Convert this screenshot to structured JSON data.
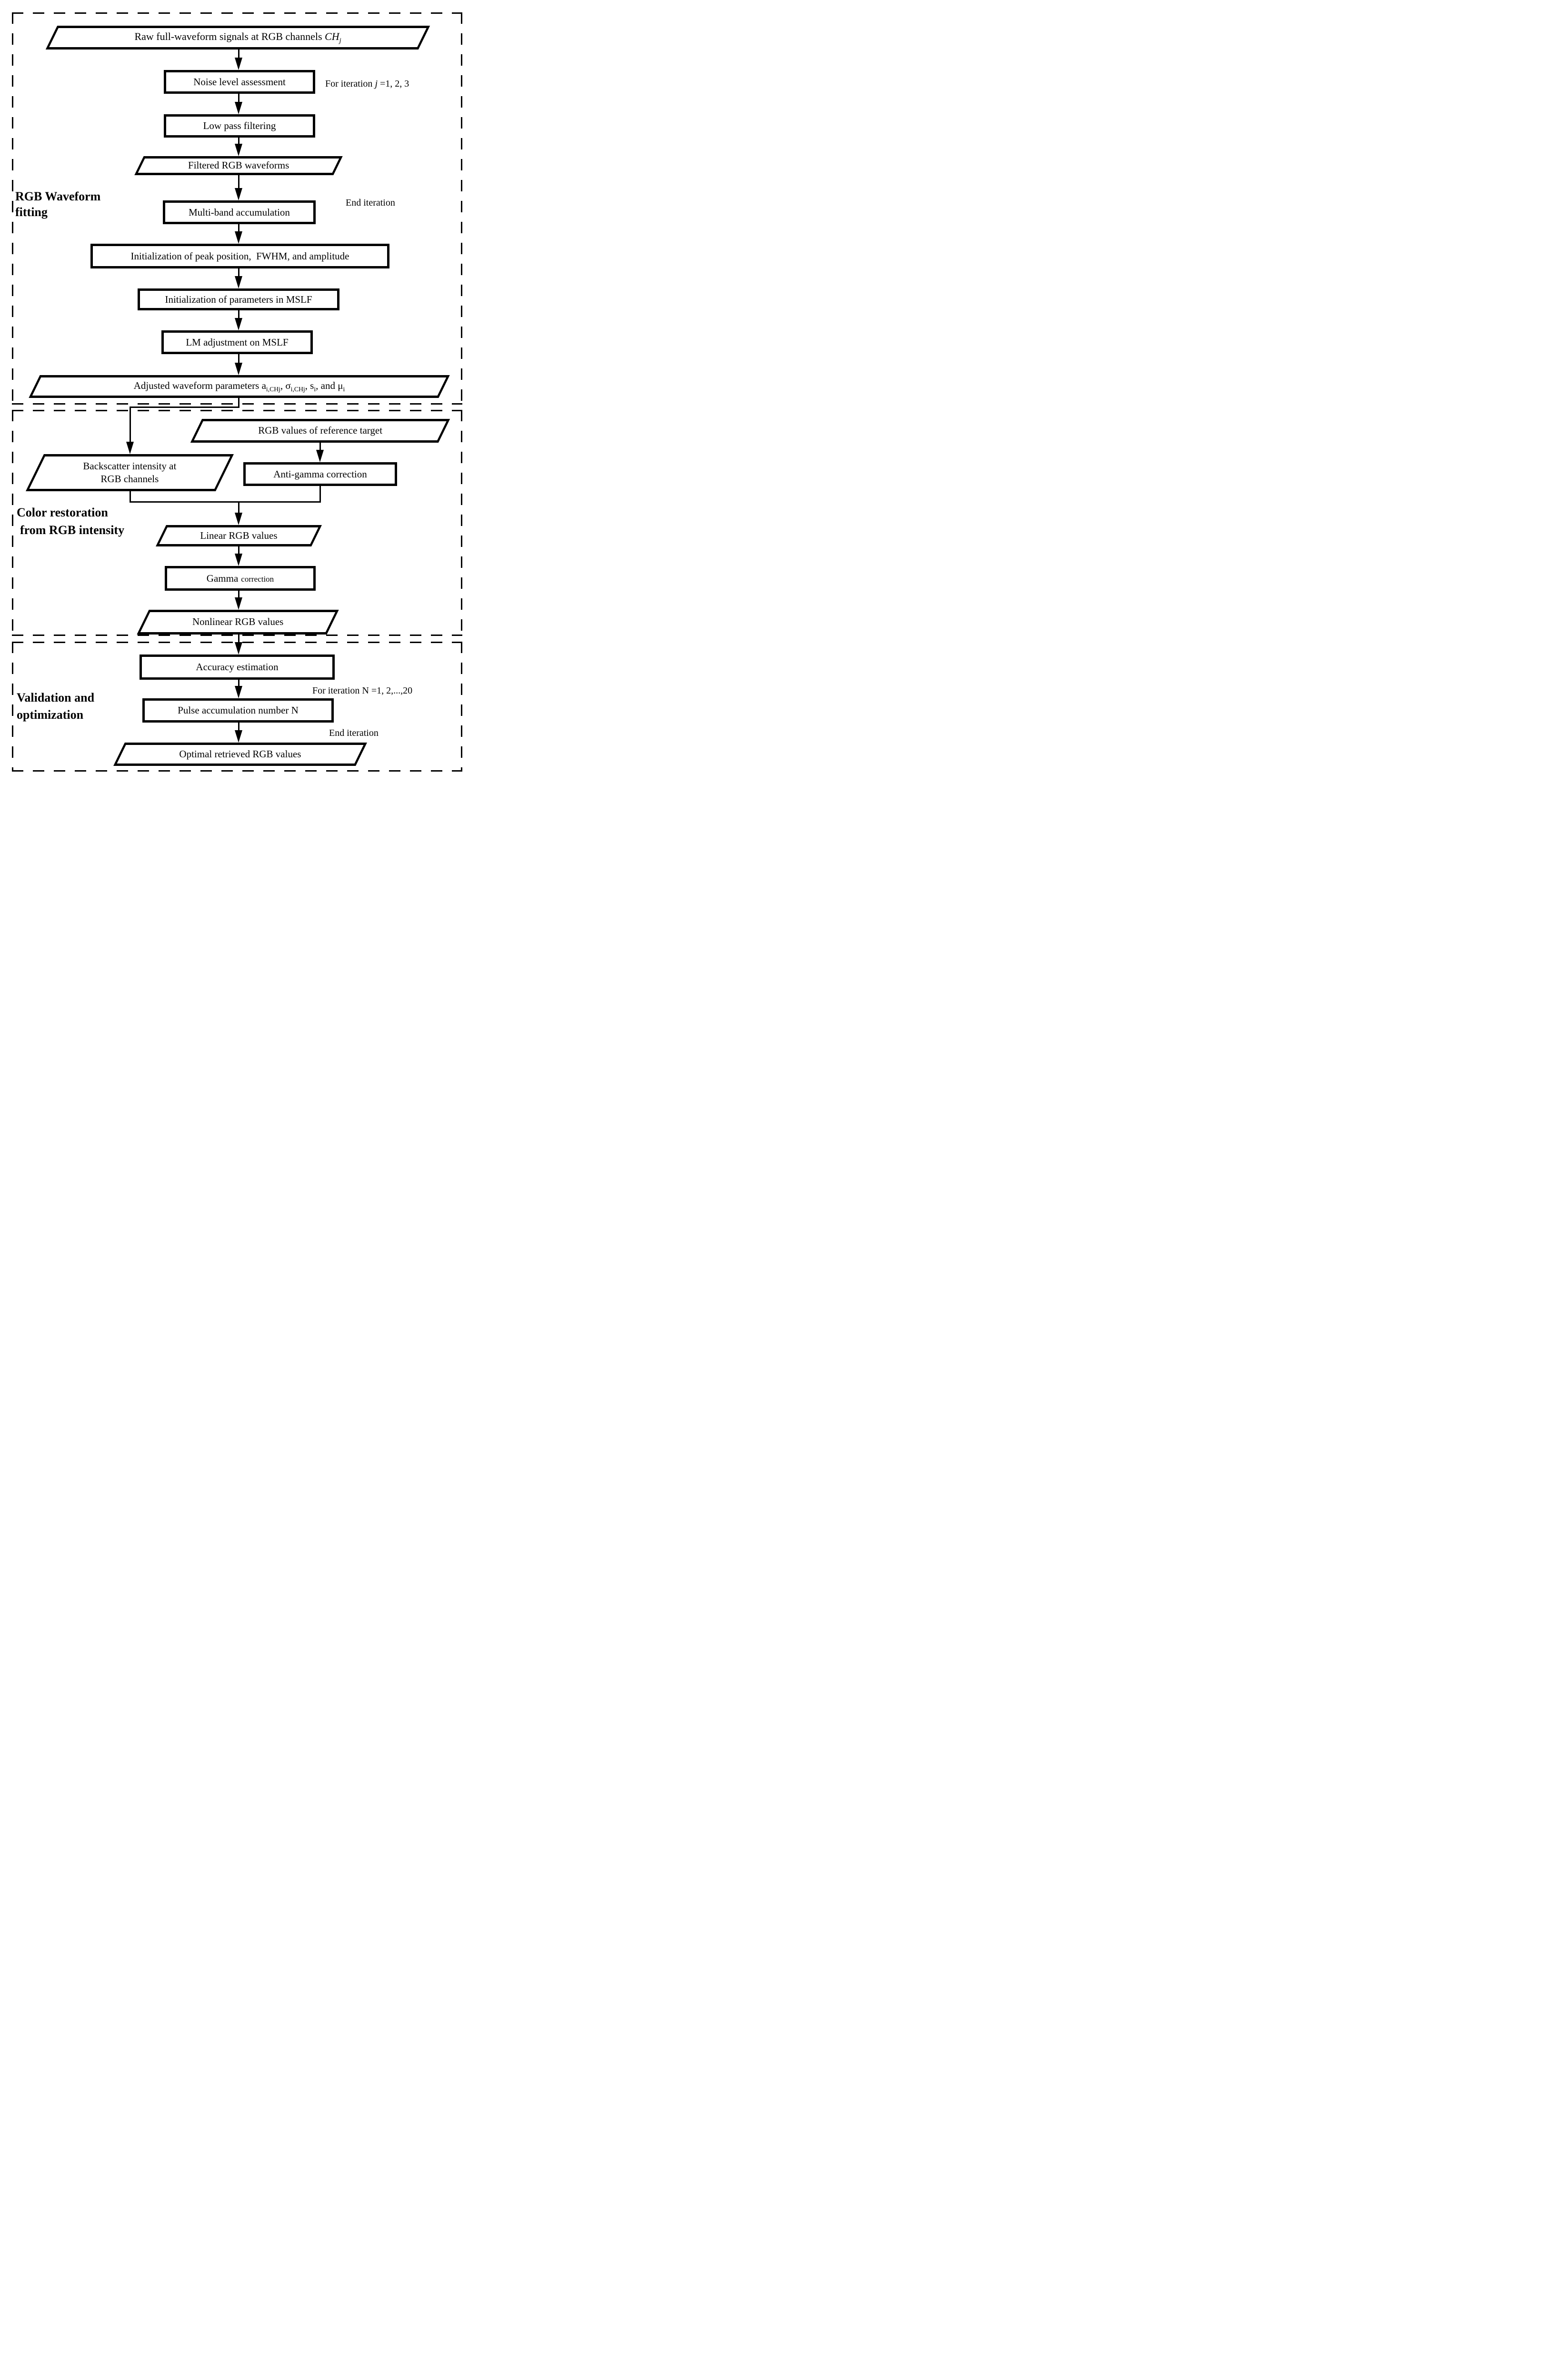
{
  "sections": [
    {
      "label_lines": [
        "RGB Waveform",
        "fitting"
      ]
    },
    {
      "label_lines": [
        "Color restoration",
        "from RGB intensity"
      ]
    },
    {
      "label_lines": [
        "Validation and",
        "optimization"
      ]
    }
  ],
  "nodes": {
    "raw": {
      "text_main": "Raw full-waveform signals at RGB channels ",
      "text_var": "CH",
      "text_sub": "j"
    },
    "noise": {
      "label": "Noise level assessment"
    },
    "lowpass": {
      "label": "Low pass filtering"
    },
    "filtered": {
      "label": "Filtered RGB waveforms"
    },
    "multiband": {
      "label": "Multi-band accumulation"
    },
    "initpeak": {
      "label": "Initialization of peak position,  FWHM, and amplitude"
    },
    "initmslf": {
      "label": "Initialization of parameters in MSLF"
    },
    "lm": {
      "label": "LM adjustment on MSLF"
    },
    "adjusted": {
      "p1": "Adjusted waveform parameters a",
      "s1": "i,CHj",
      "p2": ", ",
      "p3": "σ",
      "s2": "i,CHj",
      "p4": ", s",
      "s3": "i",
      "p5": ", and μ",
      "s4": "i"
    },
    "rgbref": {
      "label": "RGB values of reference target"
    },
    "backscatter": {
      "line1": "Backscatter intensity at",
      "line2": "RGB channels"
    },
    "antigamma": {
      "label": "Anti-gamma correction"
    },
    "linear": {
      "label": "Linear RGB values"
    },
    "gamma": {
      "label_big": "Gamma",
      "label_small": "correction"
    },
    "nonlinear": {
      "label": "Nonlinear RGB values"
    },
    "accuracy": {
      "label": "Accuracy estimation"
    },
    "pulse": {
      "label": "Pulse accumulation number N"
    },
    "optimal": {
      "label": "Optimal retrieved RGB values"
    }
  },
  "annotations": {
    "iter_j_prefix": "For iteration ",
    "iter_j_var": "j",
    "iter_j_suffix": " =1, 2, 3",
    "end_iteration_1": "End iteration",
    "iter_n": "For iteration N =1, 2,...,20",
    "end_iteration_2": "End iteration"
  }
}
